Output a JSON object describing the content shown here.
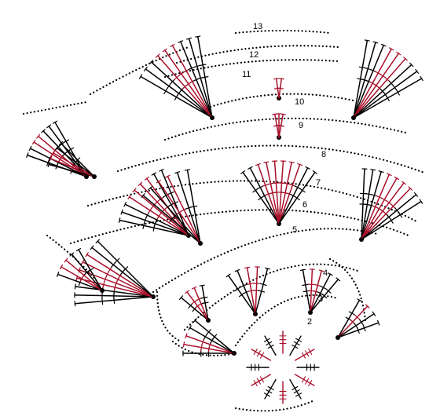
{
  "diagram": {
    "rounds": [
      "2",
      "3",
      "4",
      "5",
      "6",
      "7",
      "8",
      "9",
      "10",
      "11",
      "12",
      "13"
    ],
    "colors": {
      "stitch_black": "#000000",
      "stitch_red": "#a8102a",
      "background": "#ffffff"
    }
  }
}
